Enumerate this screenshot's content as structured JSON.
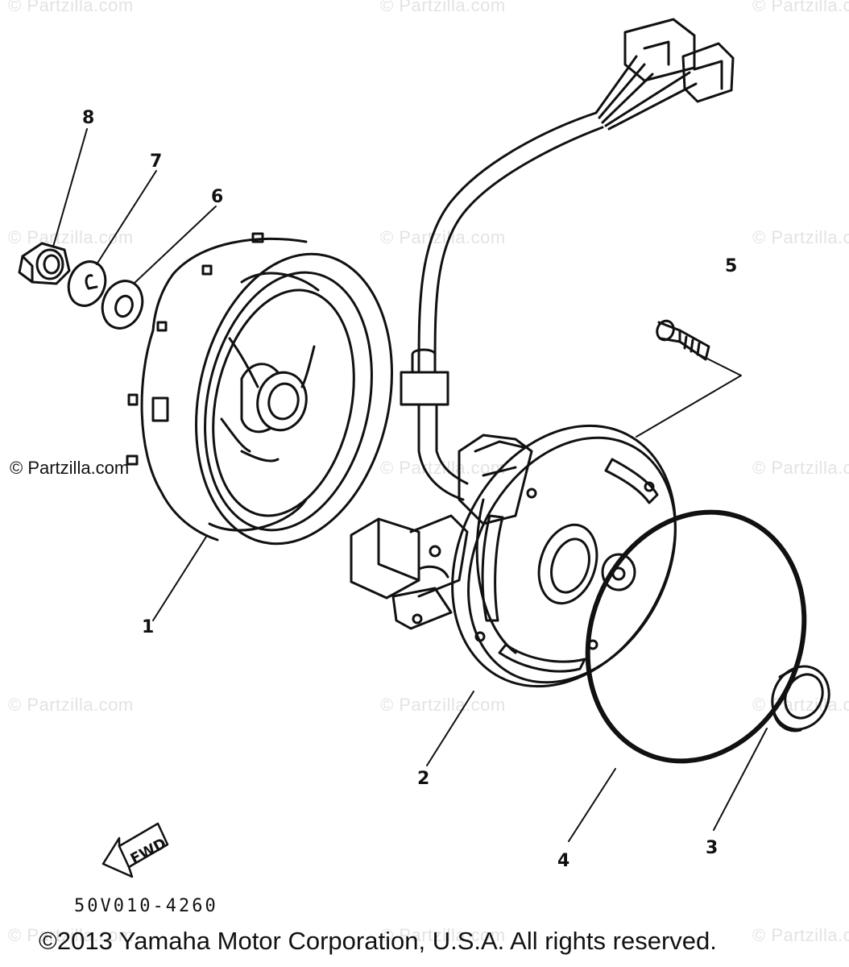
{
  "watermark": {
    "text": "© Partzilla.com",
    "prominent_text": "© Partzilla.com"
  },
  "callouts": {
    "c1": "1",
    "c2": "2",
    "c3": "3",
    "c4": "4",
    "c5": "5",
    "c6": "6",
    "c7": "7",
    "c8": "8"
  },
  "direction_arrow": {
    "label": "FWD"
  },
  "reference_code": "50V010-4260",
  "copyright": "©2013 Yamaha Motor Corporation, U.S.A. All rights reserved."
}
